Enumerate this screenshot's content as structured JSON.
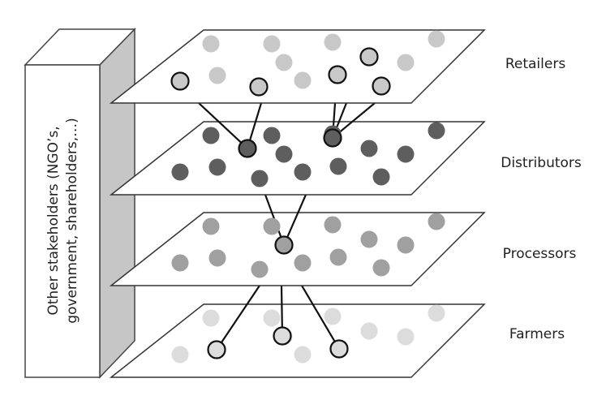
{
  "stakeholders": {
    "line1": "Other stakeholders (NGO’s,",
    "line2": "government, shareholders,…)"
  },
  "layers": [
    {
      "label": "Retailers",
      "color": "#c8c8c8"
    },
    {
      "label": "Distributors",
      "color": "#5e5e5e"
    },
    {
      "label": "Processors",
      "color": "#a0a0a0"
    },
    {
      "label": "Farmers",
      "color": "#dcdcdc"
    }
  ]
}
